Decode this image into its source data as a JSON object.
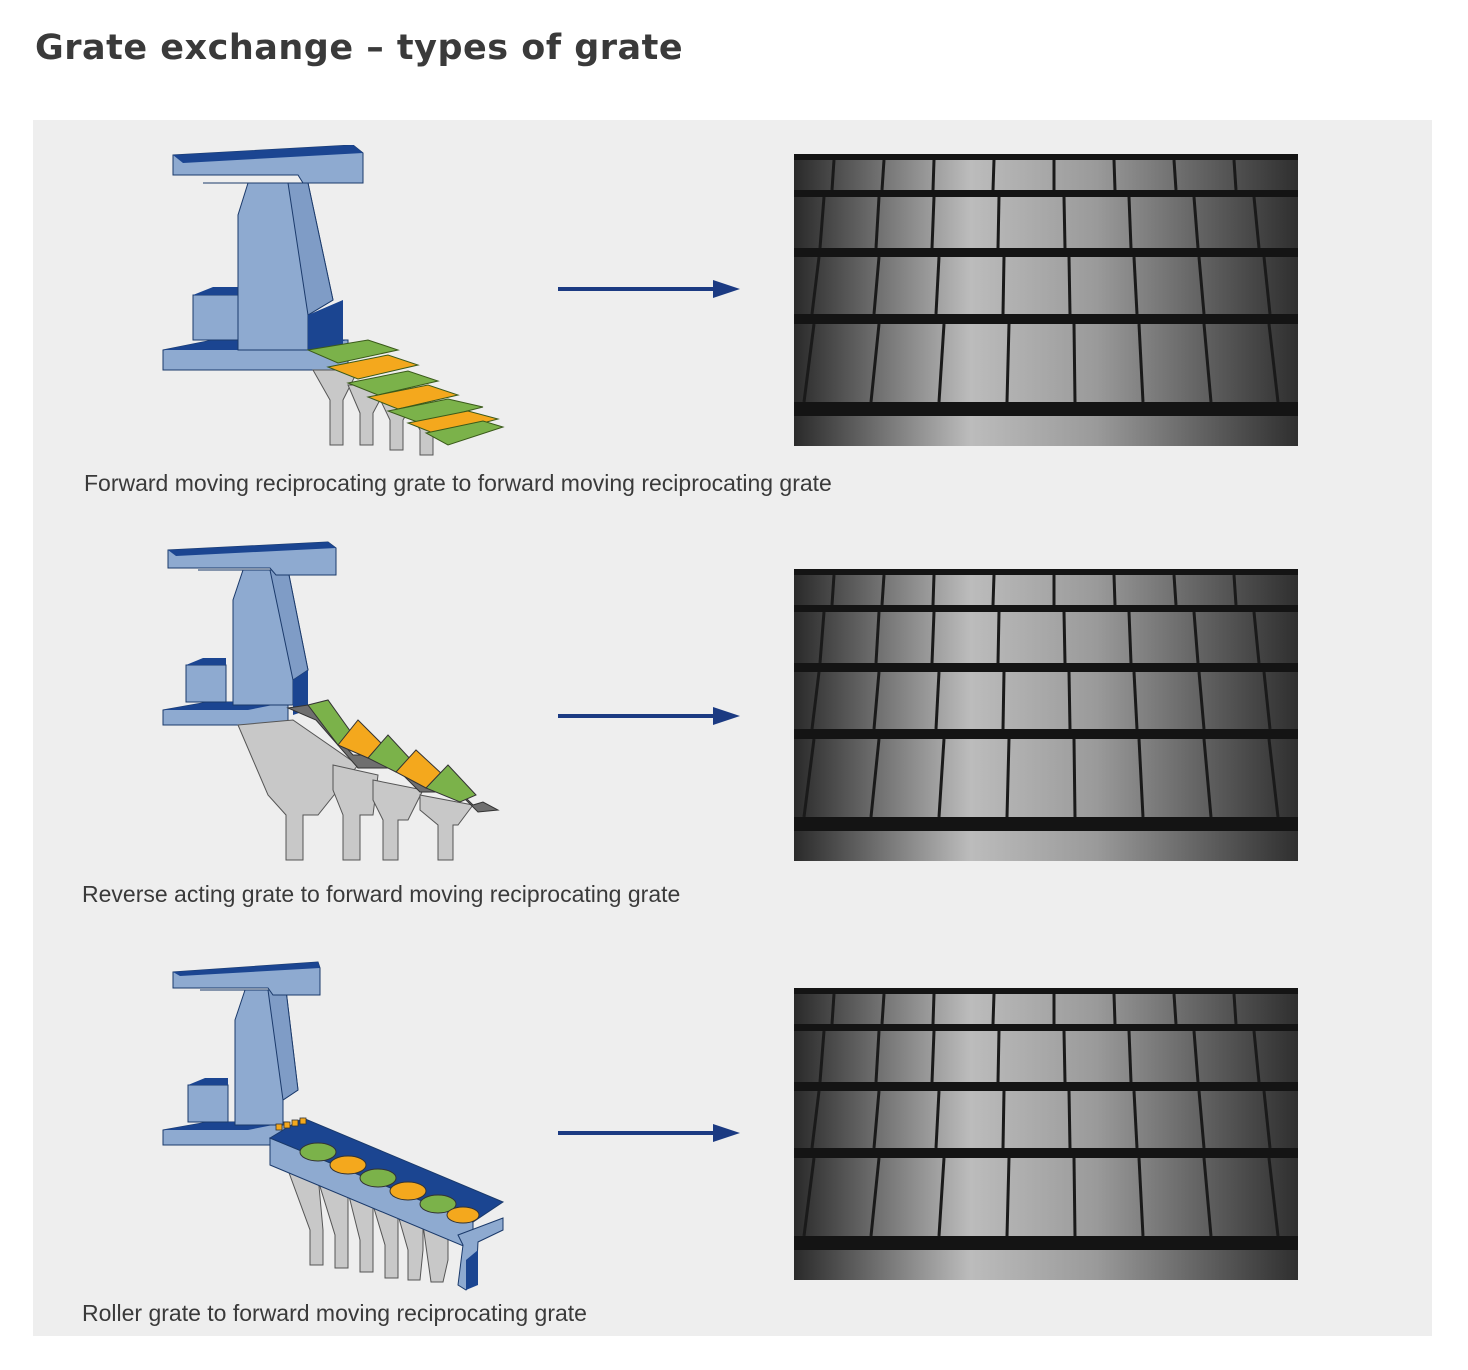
{
  "title": "Grate exchange – types of grate",
  "colors": {
    "panel_bg": "#eeeeee",
    "steel_light": "#8eaad0",
    "steel_dark": "#1b4591",
    "green": "#7bb24a",
    "orange": "#f4a81d",
    "hopper_gray": "#c8c8c8",
    "arrow": "#1b3a82"
  },
  "rows": [
    {
      "illustration": "forward-reciprocating-grate-icon",
      "photo": "grate-photo",
      "caption": "Forward moving reciprocating grate to forward moving reciprocating grate"
    },
    {
      "illustration": "reverse-acting-grate-icon",
      "photo": "grate-photo",
      "caption": "Reverse acting grate to forward moving reciprocating grate"
    },
    {
      "illustration": "roller-grate-icon",
      "photo": "grate-photo",
      "caption": "Roller grate to forward moving reciprocating grate"
    }
  ]
}
